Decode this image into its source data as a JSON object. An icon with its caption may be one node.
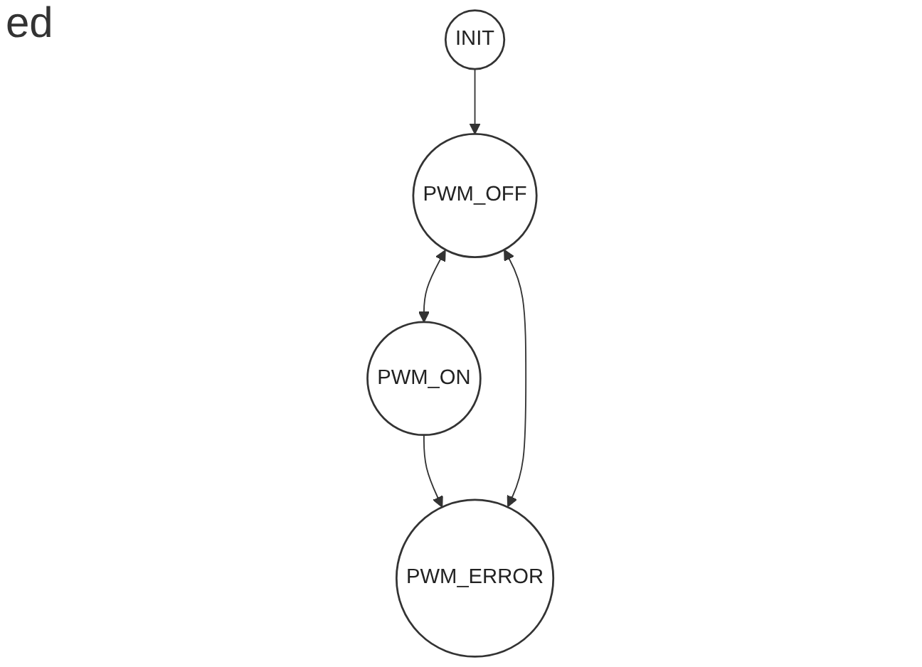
{
  "diagram": {
    "title": "ed",
    "nodes": [
      {
        "text": [
          "INIT"
        ]
      },
      {
        "text": [
          "PWM_ERROR"
        ]
      },
      {
        "text": [
          "PWM_OFF"
        ]
      },
      {
        "text": [
          "PWM_ON"
        ]
      }
    ],
    "edges": [
      {
        "from": 0,
        "to": 2,
        "arrow": "to"
      },
      {
        "from": 1,
        "to": 2,
        "arrow": "both"
      },
      {
        "from": 2,
        "to": 3,
        "arrow": "both"
      },
      {
        "from": 3,
        "to": 1,
        "arrow": "to"
      }
    ]
  }
}
